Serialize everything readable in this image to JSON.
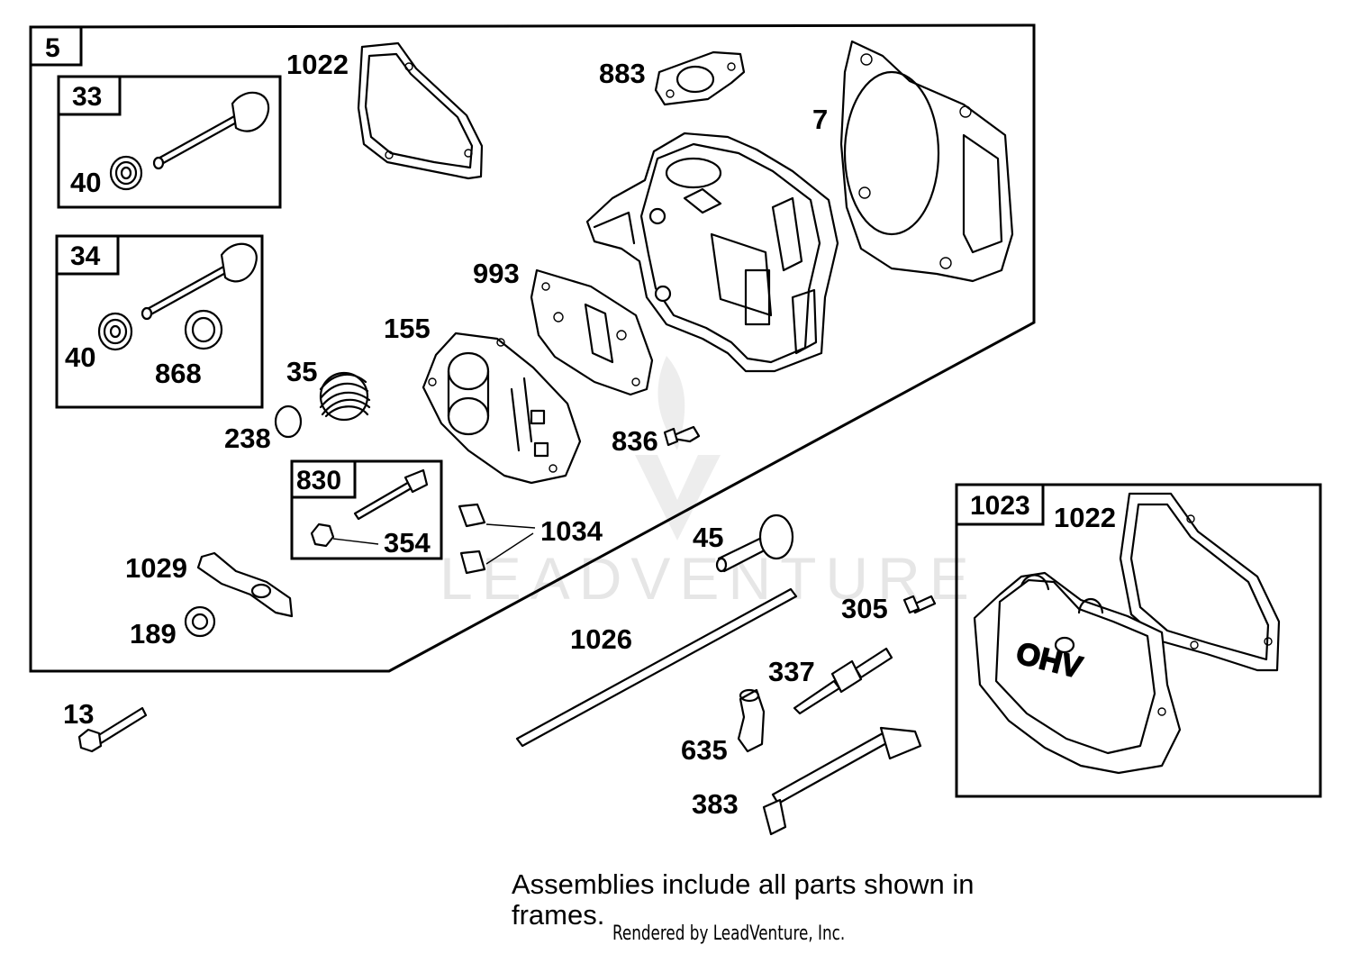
{
  "frames": {
    "main": "5",
    "exhaust_valve": "33",
    "intake_valve": "34",
    "rocker_stud": "830",
    "valve_cover": "1023"
  },
  "callouts": {
    "c1022_top": "1022",
    "c883": "883",
    "c7": "7",
    "c40_a": "40",
    "c40_b": "40",
    "c868": "868",
    "c993": "993",
    "c155": "155",
    "c35": "35",
    "c238": "238",
    "c836": "836",
    "c354": "354",
    "c1034": "1034",
    "c1029": "1029",
    "c189": "189",
    "c45": "45",
    "c1026": "1026",
    "c305": "305",
    "c337": "337",
    "c635": "635",
    "c383": "383",
    "c13": "13",
    "c1022_cover": "1022"
  },
  "note": "Assemblies include all parts shown in frames.",
  "watermark": "LEADVENTURE",
  "rendered_by": "Rendered by LeadVenture, Inc."
}
